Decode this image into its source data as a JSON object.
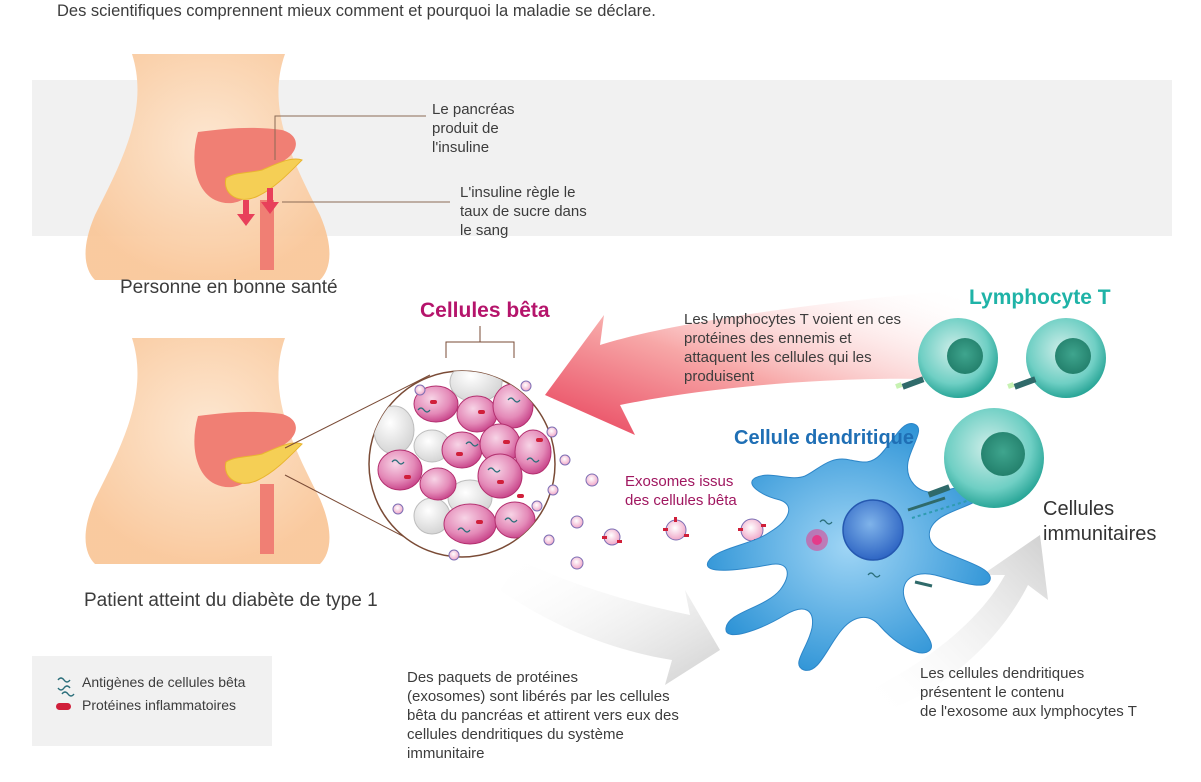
{
  "header": {
    "subtitle": "Des scientifiques comprennent mieux comment et pourquoi la maladie se déclare."
  },
  "healthy": {
    "pancreas_note": [
      "Le pancréas",
      "produit de",
      "l'insuline"
    ],
    "insulin_note": [
      "L'insuline règle le",
      "taux de sucre dans",
      "le sang"
    ],
    "caption": "Personne en bonne santé"
  },
  "patient": {
    "caption": "Patient atteint du diabète de type 1"
  },
  "labels": {
    "beta_cells": "Cellules bêta",
    "t_lymphocyte": "Lymphocyte T",
    "dendritic_cell": "Cellule dendritique",
    "immune_cells": [
      "Cellules",
      "immunitaires"
    ],
    "exosomes": [
      "Exosomes issus",
      "des cellules bêta"
    ]
  },
  "notes": {
    "t_cells_attack": [
      "Les lymphocytes T voient en ces",
      "protéines des ennemis et",
      "attaquent les cellules qui les",
      "produisent"
    ],
    "exosome_release": [
      "Des paquets de protéines",
      "(exosomes) sont libérés par les cellules",
      "bêta du pancréas et attirent vers eux des",
      "cellules dendritiques du système",
      "immunitaire"
    ],
    "dendritic_present": [
      "Les cellules dendritiques",
      "présentent le contenu",
      "de l'exosome aux lymphocytes T"
    ]
  },
  "legend": {
    "antigens": "Antigènes de cellules bêta",
    "inflammatory": "Protéines inflammatoires"
  },
  "colors": {
    "skin": "#fbd8b4",
    "pancreas": "#f07f74",
    "beta_cell": "#d4508f",
    "exosome_red": "#d01f3a",
    "dendritic": "#4aa8e0",
    "t_cell": "#3fbdb0",
    "arrow_red": "#e8405a",
    "band": "#f1f1f1"
  }
}
